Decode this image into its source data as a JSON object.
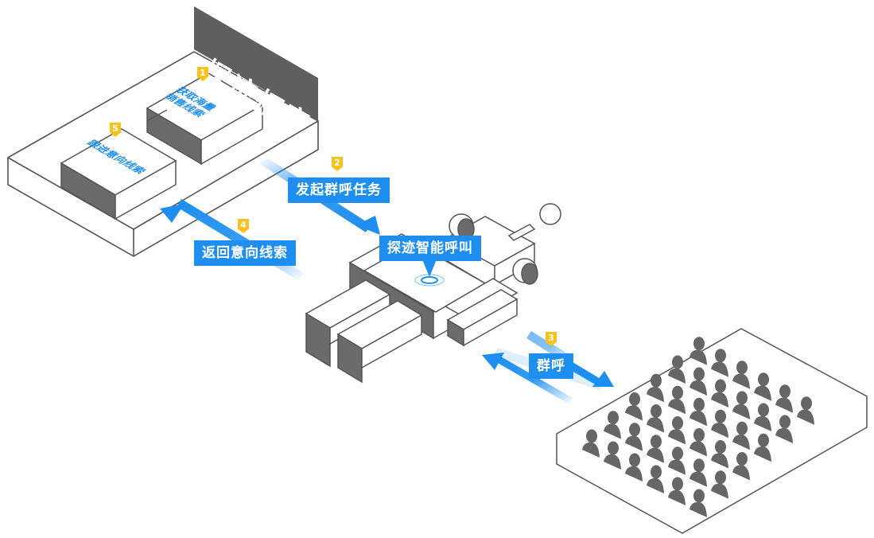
{
  "diagram": {
    "title_sign": "探迹拓客",
    "colors": {
      "accent_blue": "#1e8ff0",
      "badge_yellow": "#f7c21b",
      "outline_gray": "#555555",
      "fill_gray": "#6b6b6b",
      "sign_gray": "#5f5f5f"
    },
    "steps": [
      {
        "number": "1",
        "label": "获取海量销售线索",
        "lines": [
          "获取海量",
          "销售线索"
        ]
      },
      {
        "number": "2",
        "label": "发起群呼任务"
      },
      {
        "number": "3",
        "label": "群呼"
      },
      {
        "number": "4",
        "label": "返回意向线索"
      },
      {
        "number": "5",
        "label": "跟进意向线索"
      }
    ],
    "center_label": "探迹智能呼叫",
    "crowd": {
      "people_count": 36
    }
  }
}
